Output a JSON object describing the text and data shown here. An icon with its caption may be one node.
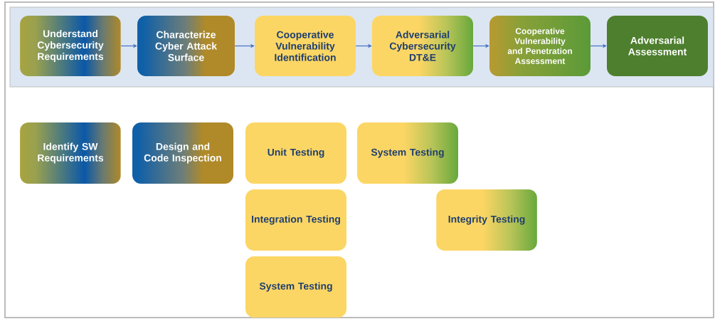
{
  "diagram": {
    "nodes": [
      {
        "text": [
          "Understand Cybersecurity Requirements"
        ]
      },
      {
        "text": [
          "Characterize Cyber Attack Surface"
        ]
      },
      {
        "text": [
          "Cooperative Vulnerability Identification"
        ]
      },
      {
        "text": [
          "Adversarial Cybersecurity DT&E"
        ]
      },
      {
        "text": [
          "Cooperative Vulnerability and Penetration Assessment"
        ]
      },
      {
        "text": [
          "Adversarial Assessment"
        ]
      },
      {
        "text": [
          "Identify SW Requirements"
        ]
      },
      {
        "text": [
          "Design and Code Inspection"
        ]
      },
      {
        "text": [
          "Unit Testing"
        ]
      },
      {
        "text": [
          "System Testing"
        ]
      },
      {
        "text": [
          "Integration Testing"
        ]
      },
      {
        "text": [
          "Integrity Testing"
        ]
      },
      {
        "text": [
          "System Testing"
        ]
      }
    ],
    "edges": [
      {
        "from": 0,
        "to": 1,
        "arrow": "to"
      },
      {
        "from": 1,
        "to": 2,
        "arrow": "to"
      },
      {
        "from": 2,
        "to": 3,
        "arrow": "to"
      },
      {
        "from": 3,
        "to": 4,
        "arrow": "to"
      },
      {
        "from": 4,
        "to": 5,
        "arrow": "to"
      }
    ]
  }
}
